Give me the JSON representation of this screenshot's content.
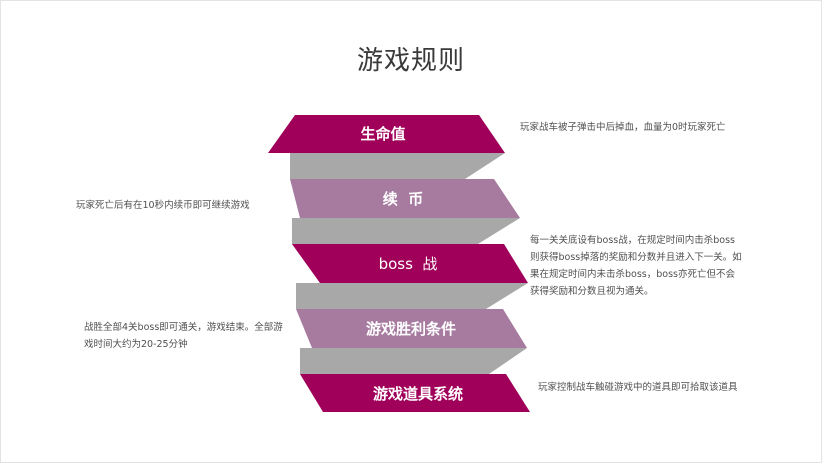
{
  "title": "游戏规则",
  "colors": {
    "dark": "#a0005a",
    "light": "#a77aa0",
    "gray": "#a8a8a8",
    "text": "#505050"
  },
  "steps": [
    {
      "label": "生命值",
      "tone": "dark",
      "desc": "玩家战车被子弹击中后掉血，血量为0时玩家死亡"
    },
    {
      "label": "续  币",
      "tone": "light",
      "desc": "玩家死亡后有在10秒内续币即可继续游戏"
    },
    {
      "label": "boss  战",
      "tone": "dark",
      "desc": "每一关关底设有boss战，在规定时间内击杀boss则获得boss掉落的奖励和分数并且进入下一关。如果在规定时间内未击杀boss，boss亦死亡但不会获得奖励和分数且视为通关。"
    },
    {
      "label": "游戏胜利条件",
      "tone": "light",
      "desc": "战胜全部4关boss即可通关，游戏结束。全部游戏时间大约为20-25分钟"
    },
    {
      "label": "游戏道具系统",
      "tone": "dark",
      "desc": "玩家控制战车触碰游戏中的道具即可拾取该道具"
    }
  ]
}
